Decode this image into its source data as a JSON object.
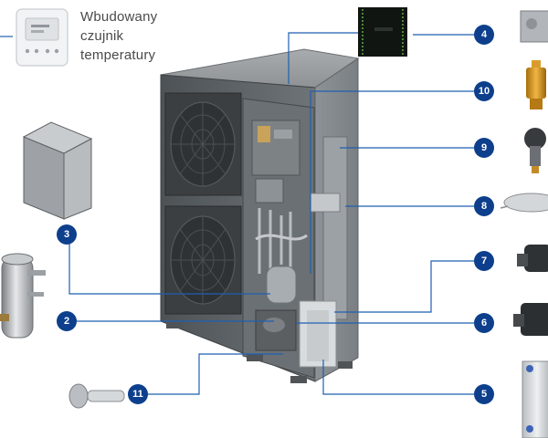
{
  "caption": {
    "line1": "Wbudowany",
    "line2": "czujnik",
    "line3": "temperatury"
  },
  "callouts": [
    {
      "num": "2"
    },
    {
      "num": "3"
    },
    {
      "num": "4"
    },
    {
      "num": "5"
    },
    {
      "num": "6"
    },
    {
      "num": "7"
    },
    {
      "num": "8"
    },
    {
      "num": "9"
    },
    {
      "num": "10"
    },
    {
      "num": "11"
    }
  ],
  "colors": {
    "badge": "#0d3f8c",
    "leader": "#1f5fb0",
    "unit": "#5f6468"
  }
}
